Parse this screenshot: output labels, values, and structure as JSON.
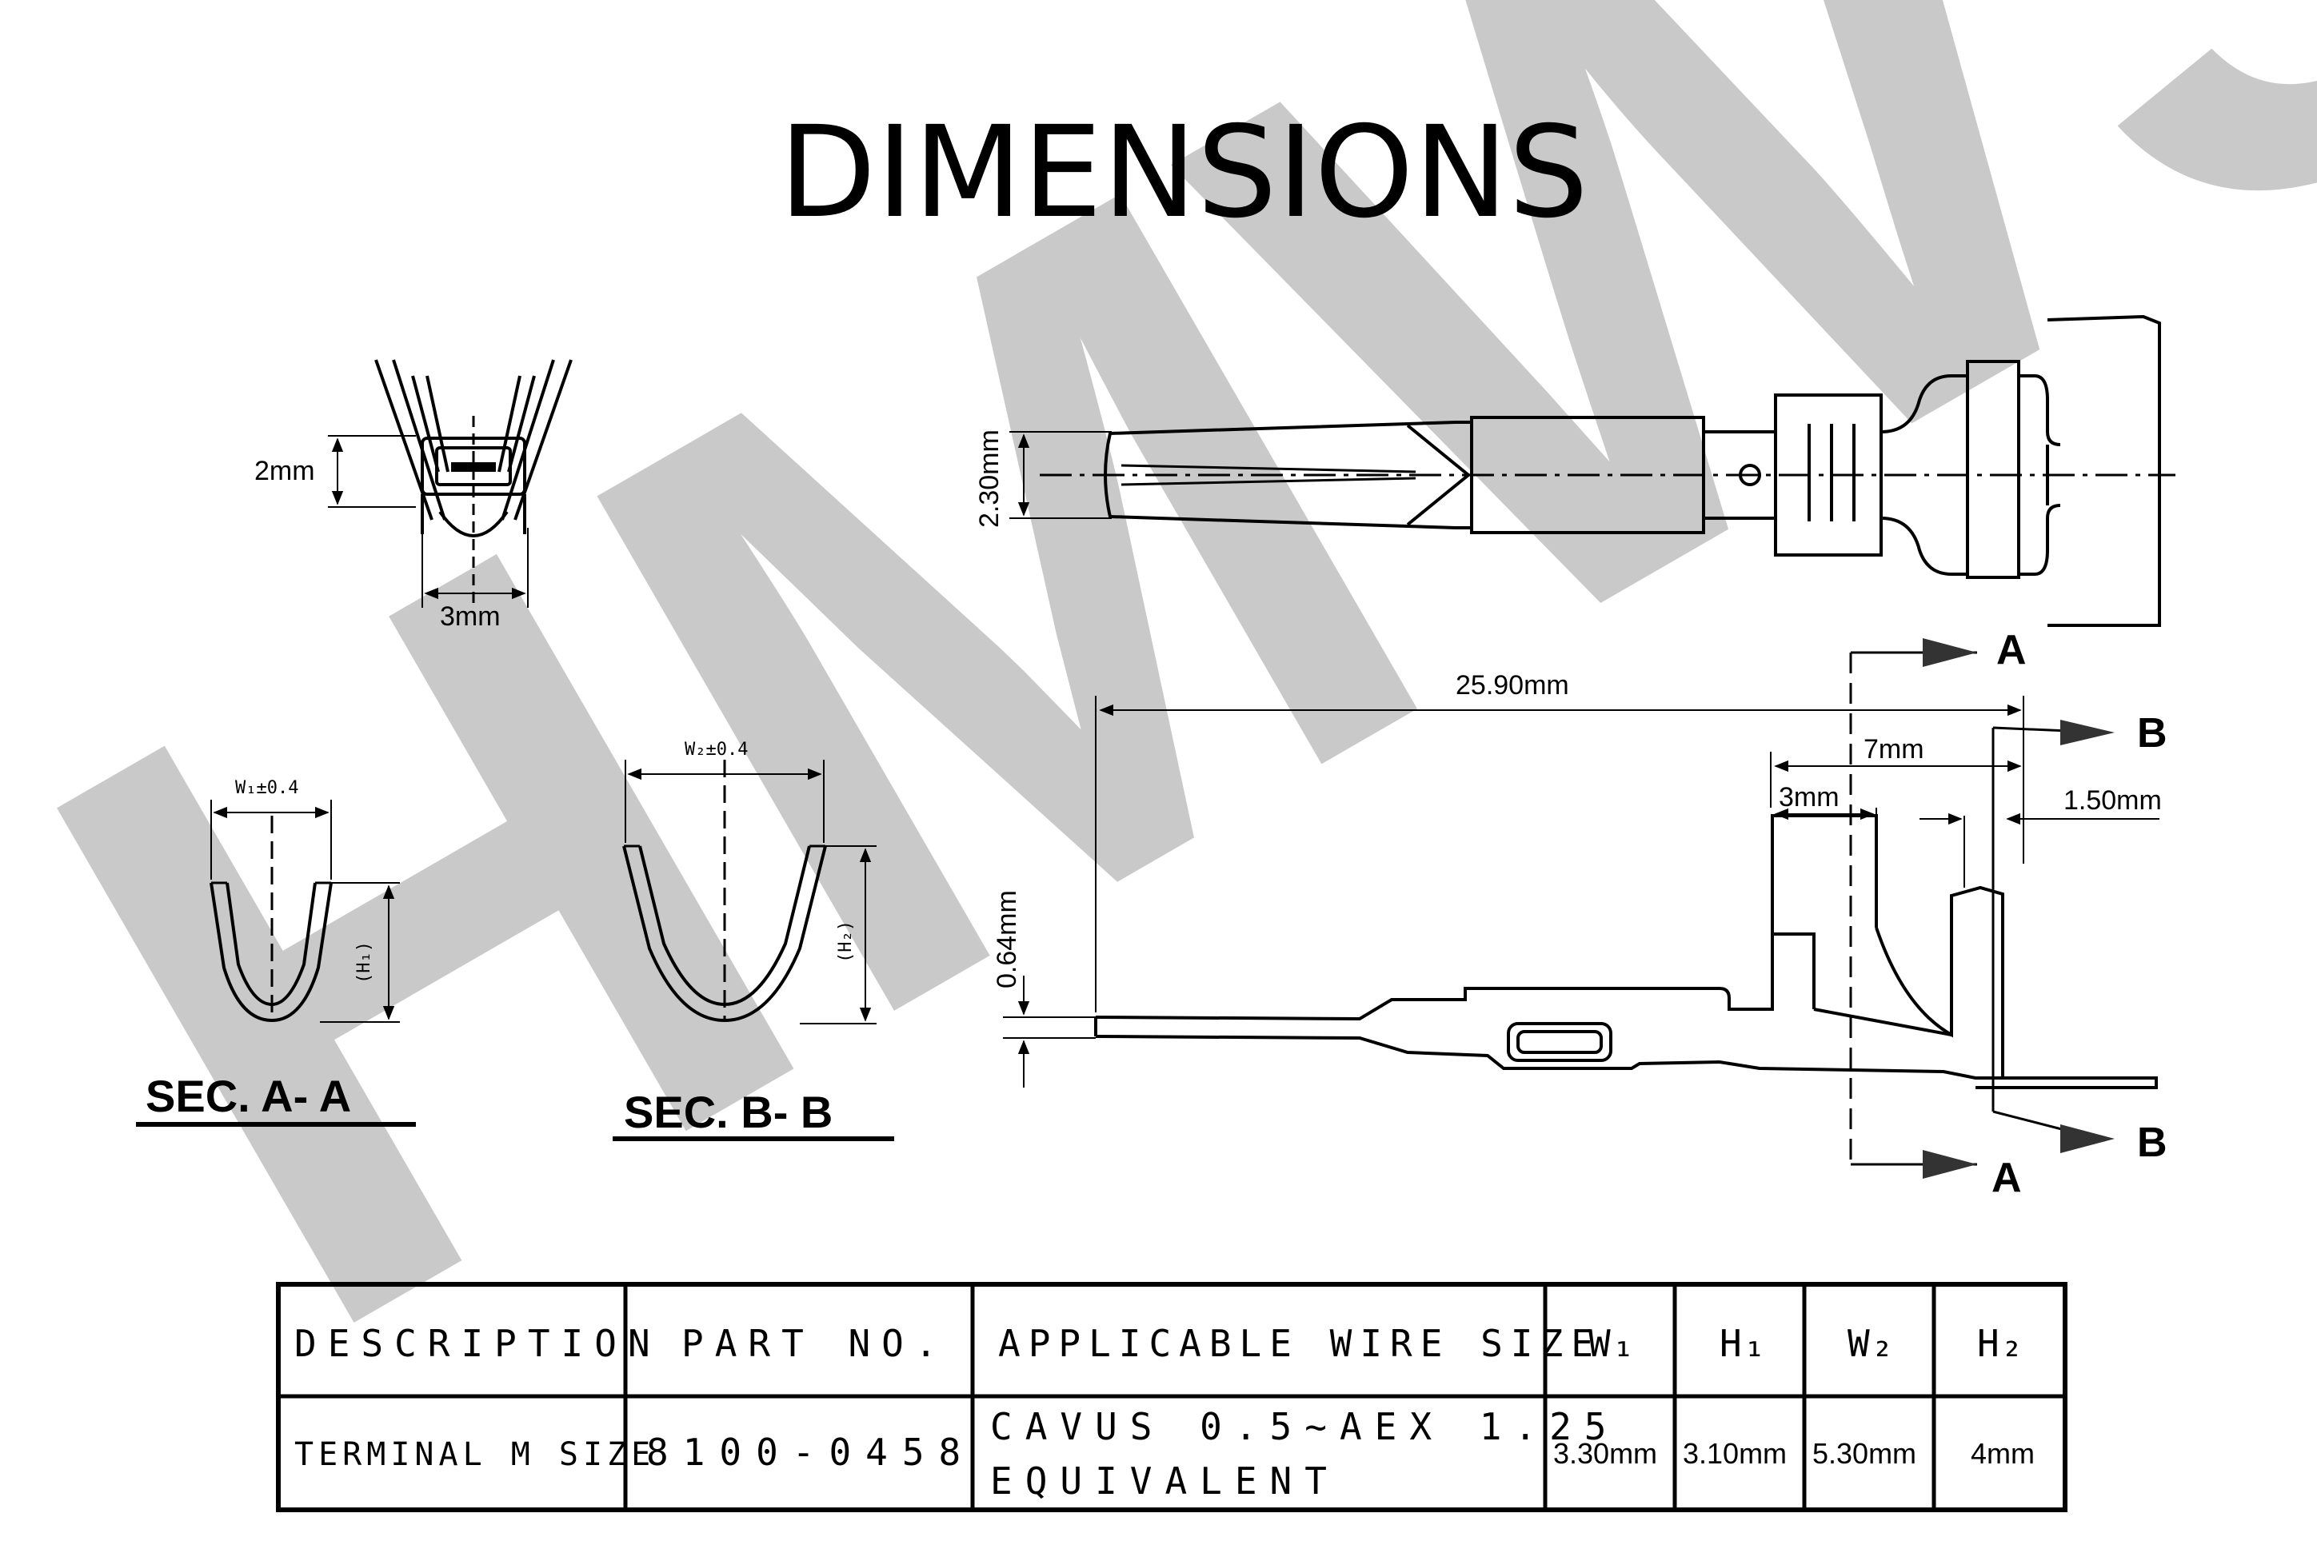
{
  "title": "DIMENSIONS",
  "watermark": "HMWS",
  "front_view": {
    "height": "2mm",
    "width": "3mm"
  },
  "side_view": {
    "diameter": "2.30mm"
  },
  "profile": {
    "length": "25.90mm",
    "dim_7": "7mm",
    "dim_3": "3mm",
    "dim_150": "1.50mm",
    "thickness": "0.64mm",
    "cut_a": "A",
    "cut_b": "B"
  },
  "sections": {
    "aa": {
      "label": "SEC. A- A",
      "width": "W₁±0.4",
      "height": "(H₁)"
    },
    "bb": {
      "label": "SEC. B- B",
      "width": "W₂±0.4",
      "height": "(H₂)"
    }
  },
  "table": {
    "headers": [
      "DESCRIPTION",
      "PART NO.",
      "APPLICABLE WIRE SIZE",
      "W₁",
      "H₁",
      "W₂",
      "H₂"
    ],
    "row": {
      "description": "TERMINAL M SIZE",
      "part_no": "8100-0458",
      "wire_line1": "CAVUS 0.5~AEX 1.25",
      "wire_line2": "EQUIVALENT",
      "w1": "3.30mm",
      "h1": "3.10mm",
      "w2": "5.30mm",
      "h2": "4mm"
    }
  }
}
